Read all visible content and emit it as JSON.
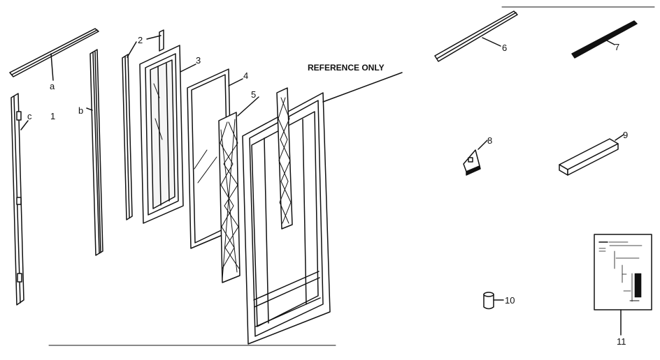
{
  "diagram": {
    "colors": {
      "ink": "#111111",
      "paper": "#ffffff",
      "glass": "#f5f5f5"
    },
    "labels": {
      "a": "a",
      "b": "b",
      "c": "c",
      "p1": "1",
      "p2": "2",
      "p3": "3",
      "p4": "4",
      "p5": "5",
      "p6": "6",
      "p7": "7",
      "p8": "8",
      "p9": "9",
      "p10": "10",
      "p11": "11",
      "reference": "REFERENCE ONLY"
    }
  }
}
